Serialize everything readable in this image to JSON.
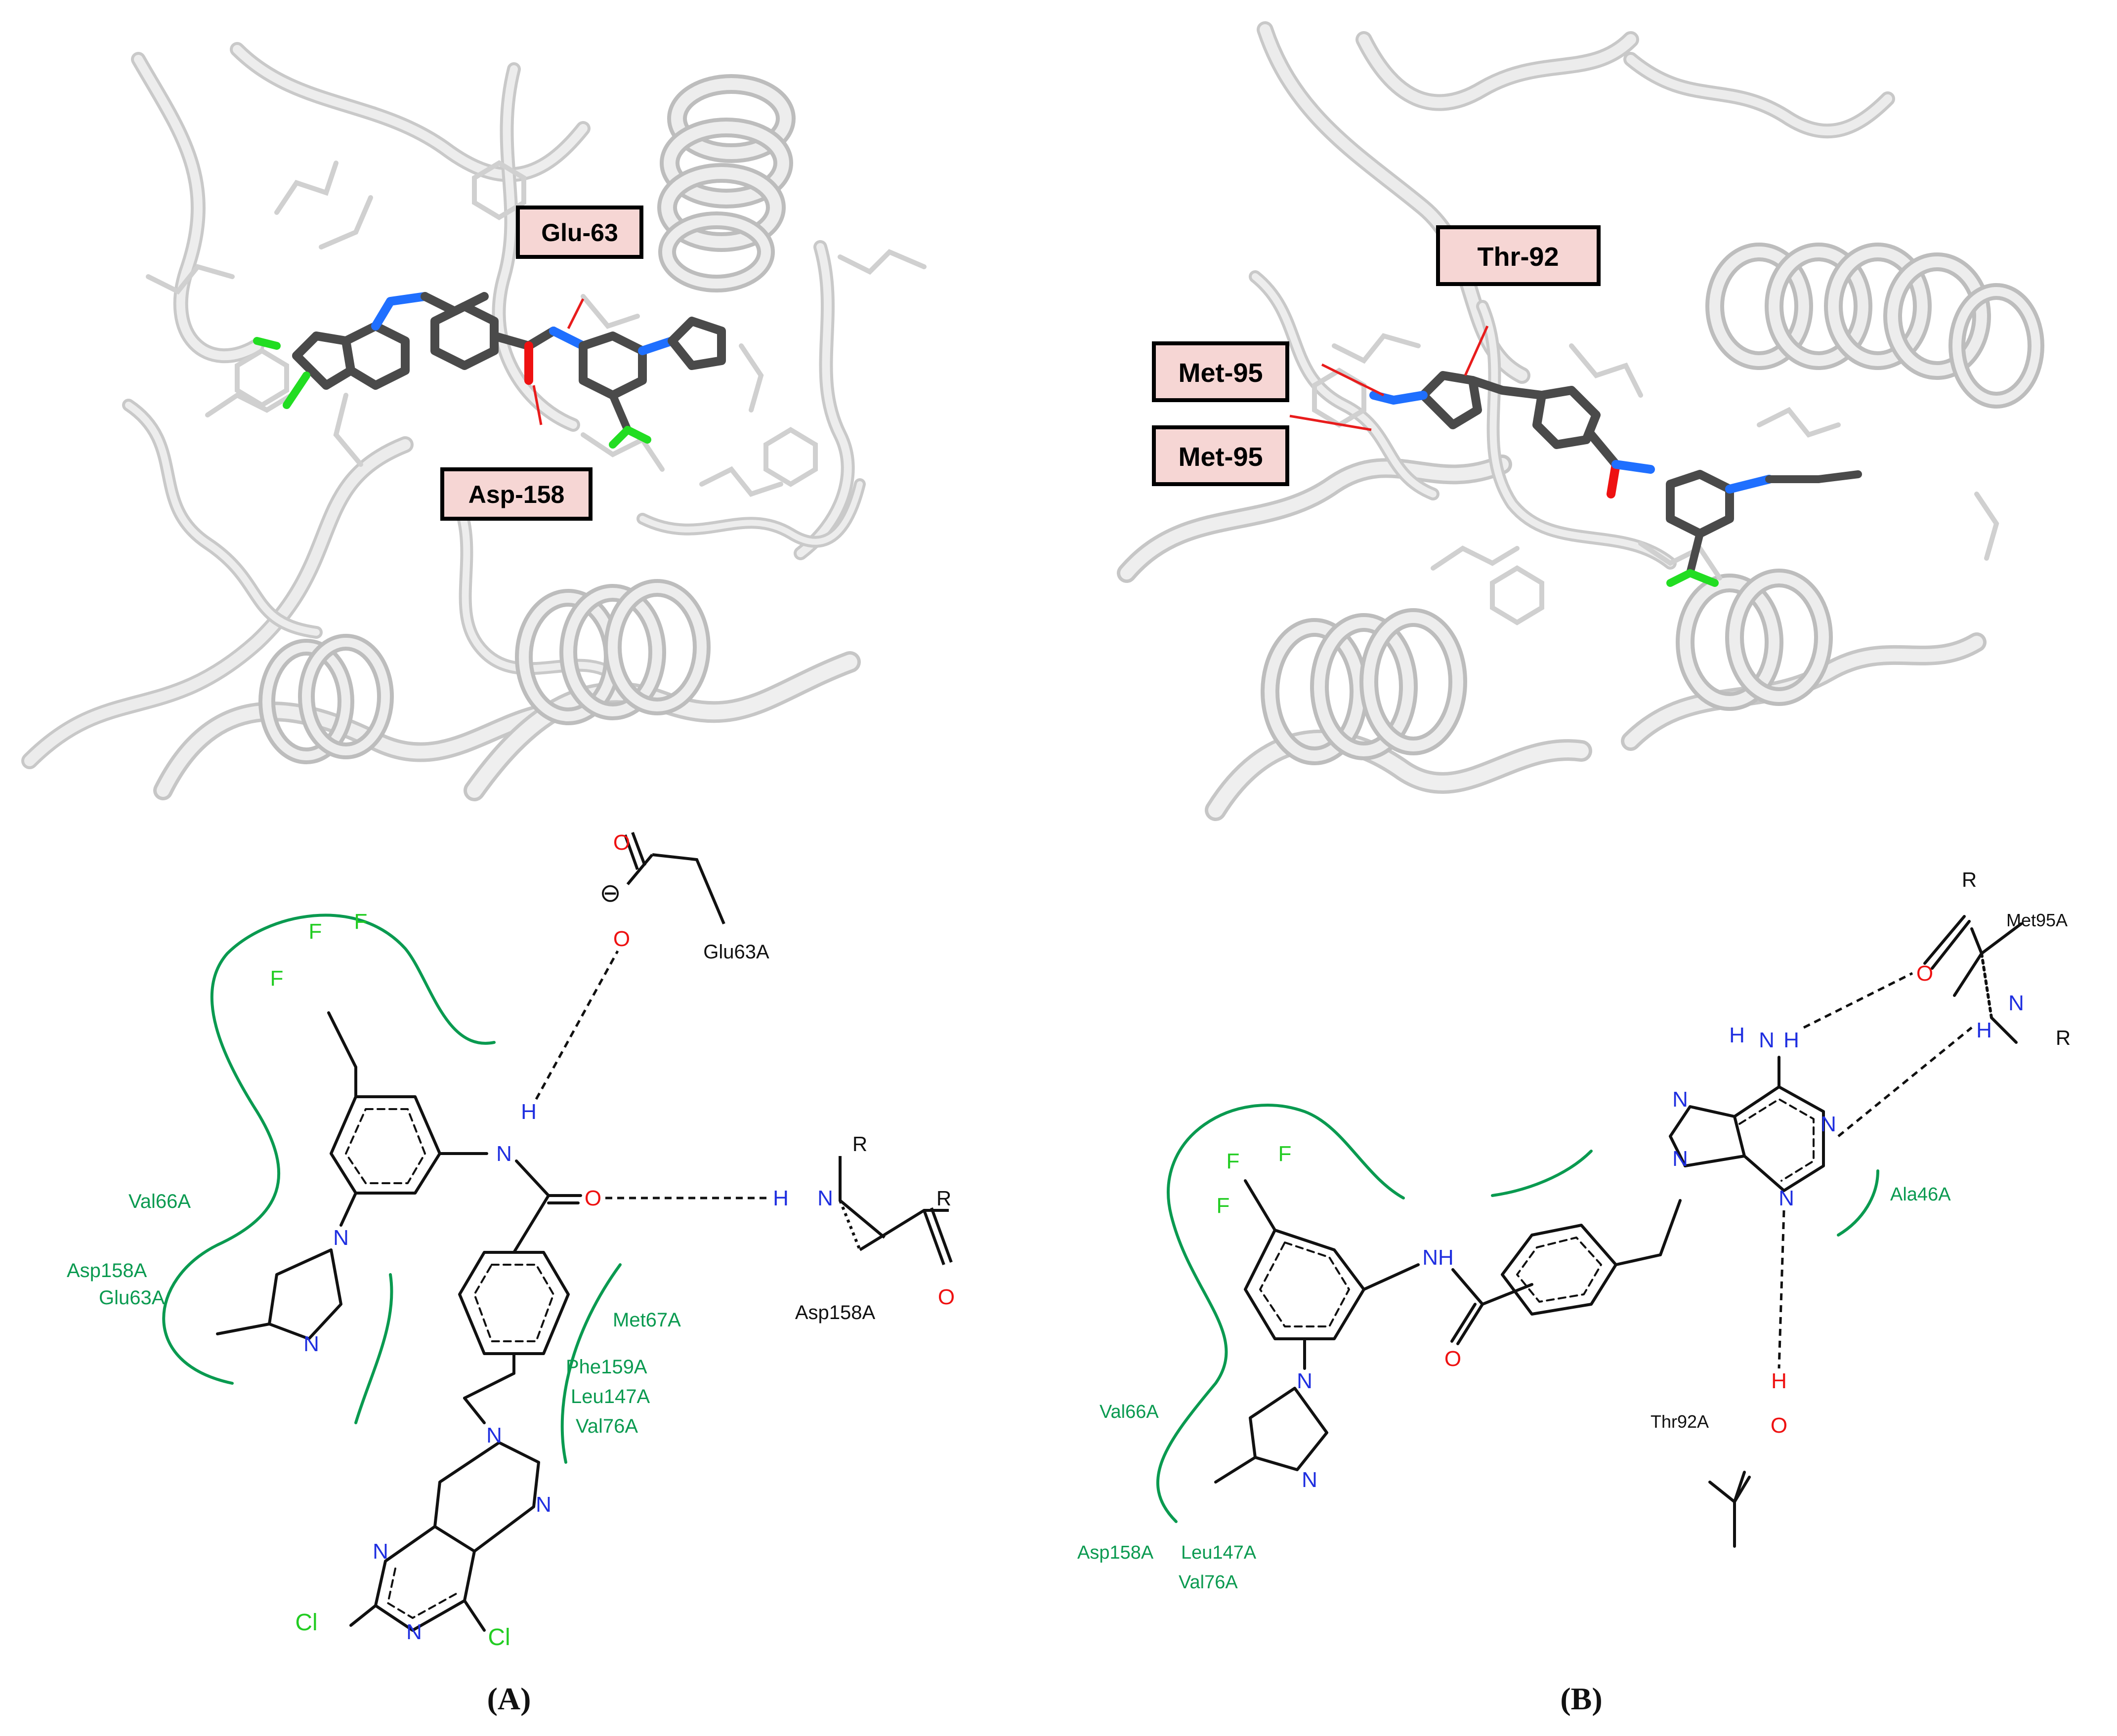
{
  "panels": {
    "a": {
      "caption": "(A)",
      "callouts": [
        "Glu-63",
        "Asp-158"
      ],
      "residues": [
        "Glu63A",
        "Asp158A"
      ],
      "pocket_labels": [
        "Val66A",
        "Asp158A",
        "Glu63A",
        "Met67A",
        "Phe159A",
        "Leu147A",
        "Val76A"
      ]
    },
    "b": {
      "caption": "(B)",
      "callouts": [
        "Thr-92",
        "Met-95",
        "Met-95"
      ],
      "residues": [
        "Met95A",
        "Thr92A"
      ],
      "pocket_labels": [
        "Ala46A",
        "Val66A",
        "Asp158A",
        "Leu147A",
        "Val76A"
      ]
    }
  },
  "atoms": {
    "fluorine": "F",
    "nitrogen": "N",
    "oxygen": "O",
    "hydrogen": "H",
    "chlorine": "Cl",
    "r_group": "R",
    "amide_nh": "NH",
    "charge": "⊖"
  },
  "colors": {
    "ribbon": "#dcdcdc",
    "ligand_carbon": "#4a4a4a",
    "nitrogen": "#1f6fff",
    "oxygen": "#ee1111",
    "fluorine": "#22dd22",
    "halogen_2d": "#22cc22",
    "pocket": "#0a9a50",
    "callout_fill": "#f6d6d4",
    "hbond": "#e81c1c"
  }
}
